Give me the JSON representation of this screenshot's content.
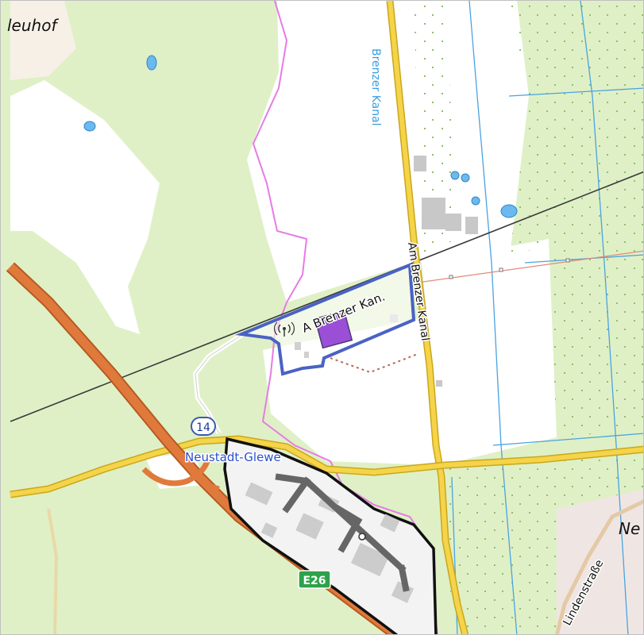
{
  "map": {
    "labels": {
      "town_top_left": "leuhof",
      "canal_vertical": "Brenzer Kanal",
      "road_am_brenzer": "Am Brenzer Kanal",
      "site_label": "A Brenzer Kan.",
      "route_number": "14",
      "town_neustadt": "Neustadt-Glewe",
      "highway_shield": "E26",
      "street_linden": "Lindenstraße",
      "town_right_edge": "Ne"
    },
    "colors": {
      "forest": "#dff0c6",
      "open_land": "#ffffff",
      "highway": "#e07a3c",
      "main_road": "#f6d44a",
      "boundary_magenta": "#e67be6",
      "site_outline": "#4a62c4",
      "site_fill": "#9b4fd6",
      "water": "#4aa3df",
      "powerline": "#3a3a3a",
      "pipeline": "#e38a7a",
      "industrial_outline": "#111111",
      "e26_shield": "#2ea24a"
    },
    "icons": {
      "site_marker": "broadcast-icon"
    }
  }
}
